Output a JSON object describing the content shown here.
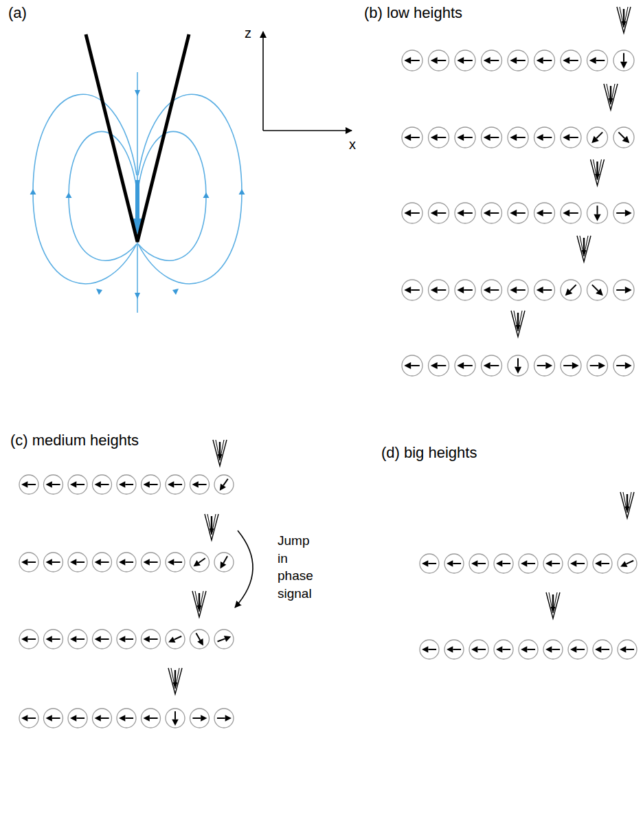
{
  "diagram": {
    "labels": [
      "(a)",
      "z",
      "x",
      "(b) low heights",
      "(c) medium heights",
      "(d) big heights",
      "Jump in phase signal"
    ]
  }
}
